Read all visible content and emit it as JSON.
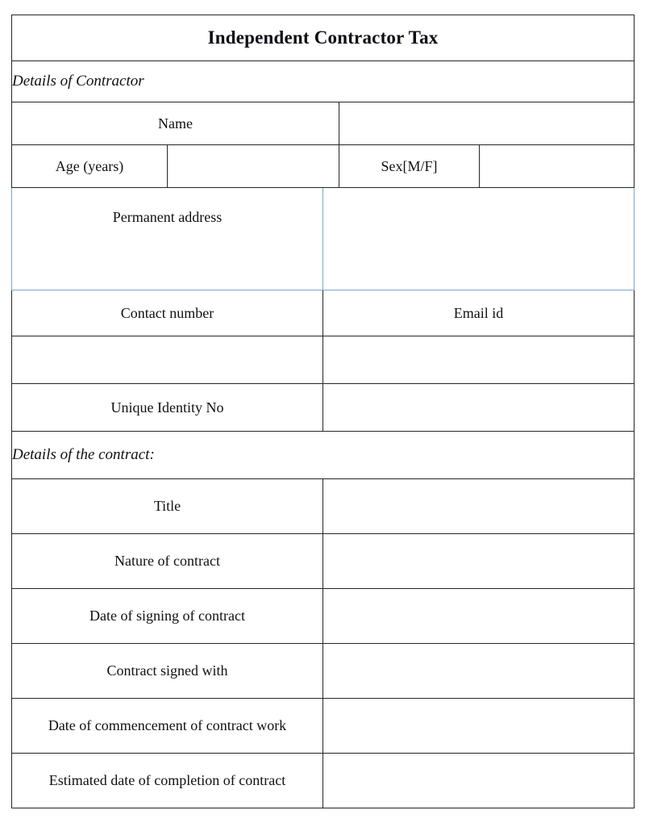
{
  "document": {
    "title": "Independent Contractor Tax"
  },
  "sections": {
    "contractor": {
      "heading": "Details of Contractor",
      "rows": {
        "name": {
          "label": "Name",
          "value": ""
        },
        "age": {
          "label": "Age (years)",
          "value": ""
        },
        "sex": {
          "label": "Sex[M/F]",
          "value": ""
        },
        "address": {
          "label": "Permanent address",
          "value": ""
        },
        "contact_number": {
          "label": "Contact number",
          "value": ""
        },
        "email_id": {
          "label": "Email id",
          "value": ""
        },
        "contact_number_value": "",
        "email_id_value": "",
        "unique_identity_no": {
          "label": "Unique Identity No",
          "value": ""
        }
      }
    },
    "contract": {
      "heading": "Details of the contract:",
      "rows": [
        {
          "label": "Title",
          "value": ""
        },
        {
          "label": "Nature of contract",
          "value": ""
        },
        {
          "label": "Date of signing of contract",
          "value": ""
        },
        {
          "label": "Contract signed with",
          "value": ""
        },
        {
          "label": "Date of commencement of contract work",
          "value": ""
        },
        {
          "label": "Estimated date of completion of contract",
          "value": ""
        }
      ]
    }
  },
  "colors": {
    "header_blue": "#88AFDE",
    "row_blue": "#D3DCEE",
    "white": "#FFFFFF",
    "border_dark": "#262626",
    "border_blue": "#7FA3CE"
  }
}
